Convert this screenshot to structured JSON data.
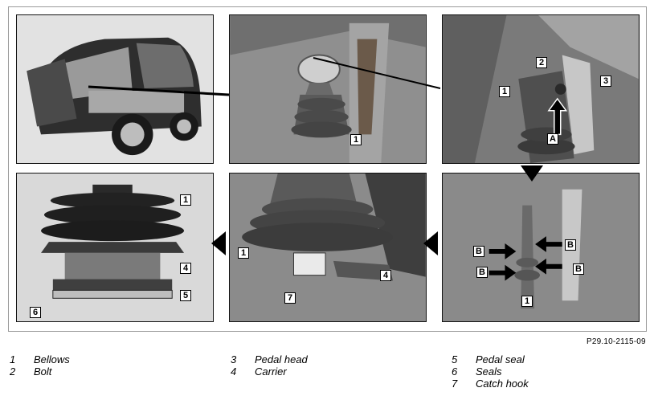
{
  "figure": {
    "reference_code": "P29.10-2115-09",
    "callouts": {
      "pedal_view_1": "1",
      "side_view_1": "1",
      "side_view_2": "2",
      "side_view_3": "3",
      "side_view_A": "A",
      "seal_view_B1": "B",
      "seal_view_B2": "B",
      "seal_view_B3": "B",
      "seal_view_B4": "B",
      "seal_view_1": "1",
      "install_view_1": "1",
      "install_view_7": "7",
      "install_view_4": "4",
      "parts_view_1": "1",
      "parts_view_4": "4",
      "parts_view_5": "5",
      "parts_view_6": "6"
    }
  },
  "legend": [
    {
      "number": "1",
      "label": "Bellows"
    },
    {
      "number": "2",
      "label": "Bolt"
    },
    {
      "number": "3",
      "label": "Pedal head"
    },
    {
      "number": "4",
      "label": "Carrier"
    },
    {
      "number": "5",
      "label": "Pedal seal"
    },
    {
      "number": "6",
      "label": "Seals"
    },
    {
      "number": "7",
      "label": "Catch hook"
    }
  ],
  "colors": {
    "photo_dark": "#3a3a3a",
    "photo_mid": "#8c8c8c",
    "photo_light": "#c9c9c9",
    "frame_border": "#9a9a9a"
  }
}
